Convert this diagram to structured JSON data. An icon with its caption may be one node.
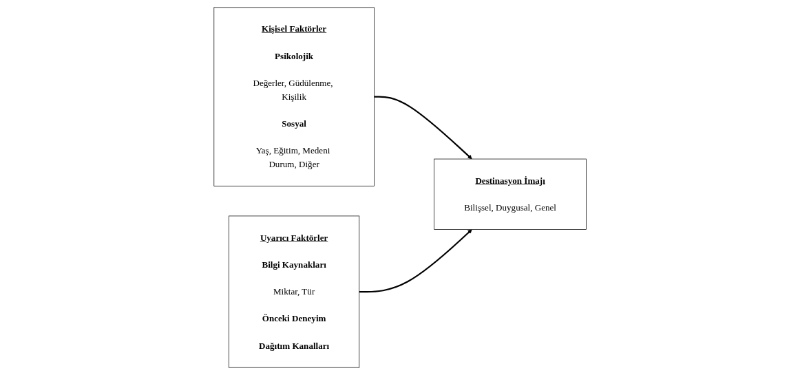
{
  "diagram": {
    "nodes": [
      {
        "text": [
          "Kişisel Faktörler",
          "Psikolojik",
          "Değerler, Güdülenme, Kişilik",
          "Sosyal",
          "Yaş, Eğitim, Medeni Durum, Diğer"
        ]
      },
      {
        "text": [
          "Destinasyon İmajı",
          "Bilişsel, Duygusal, Genel"
        ]
      },
      {
        "text": [
          "Uyarıcı Faktörler",
          "Bilgi Kaynakları",
          "Miktar, Tür",
          "Önceki Deneyim",
          "Dağıtım Kanalları"
        ]
      }
    ],
    "edges": [
      {
        "from": 0,
        "to": 1,
        "arrow": "to"
      },
      {
        "from": 2,
        "to": 1,
        "arrow": "to"
      }
    ]
  }
}
